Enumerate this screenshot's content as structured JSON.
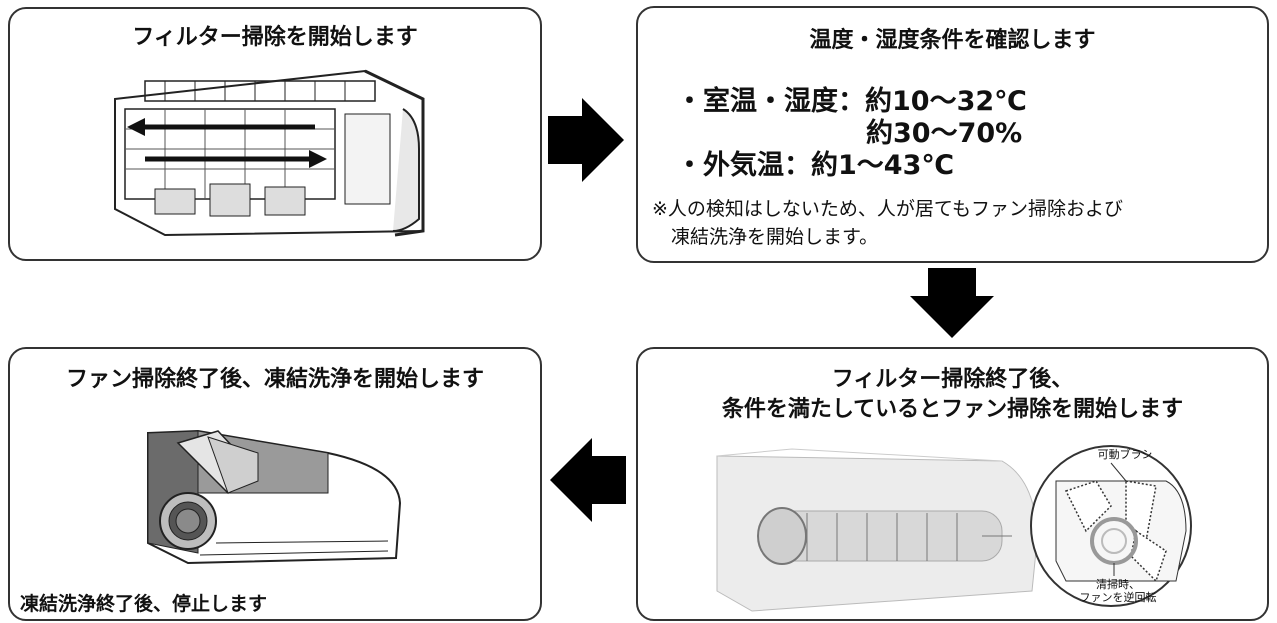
{
  "steps": {
    "step1": {
      "title": "フィルター掃除を開始します"
    },
    "step2": {
      "title": "温度・湿度条件を確認します",
      "cond1": "・室温・湿度：約10～32℃",
      "cond2": "約30～70%",
      "cond3": "・外気温：約1～43℃",
      "note": "※人の検知はしないため、人が居てもファン掃除および\n　凍結洗浄を開始します。"
    },
    "step3": {
      "title_line1": "フィルター掃除終了後、",
      "title_line2": "条件を満たしているとファン掃除を開始します",
      "callout_top": "可動ブラシ",
      "callout_bottom_line1": "清掃時、",
      "callout_bottom_line2": "ファンを逆回転"
    },
    "step4": {
      "title": "ファン掃除終了後、凍結洗浄を開始します",
      "caption": "凍結洗浄終了後、停止します"
    }
  },
  "icons": [
    "arrow-right-icon",
    "arrow-down-icon",
    "arrow-left-icon"
  ]
}
